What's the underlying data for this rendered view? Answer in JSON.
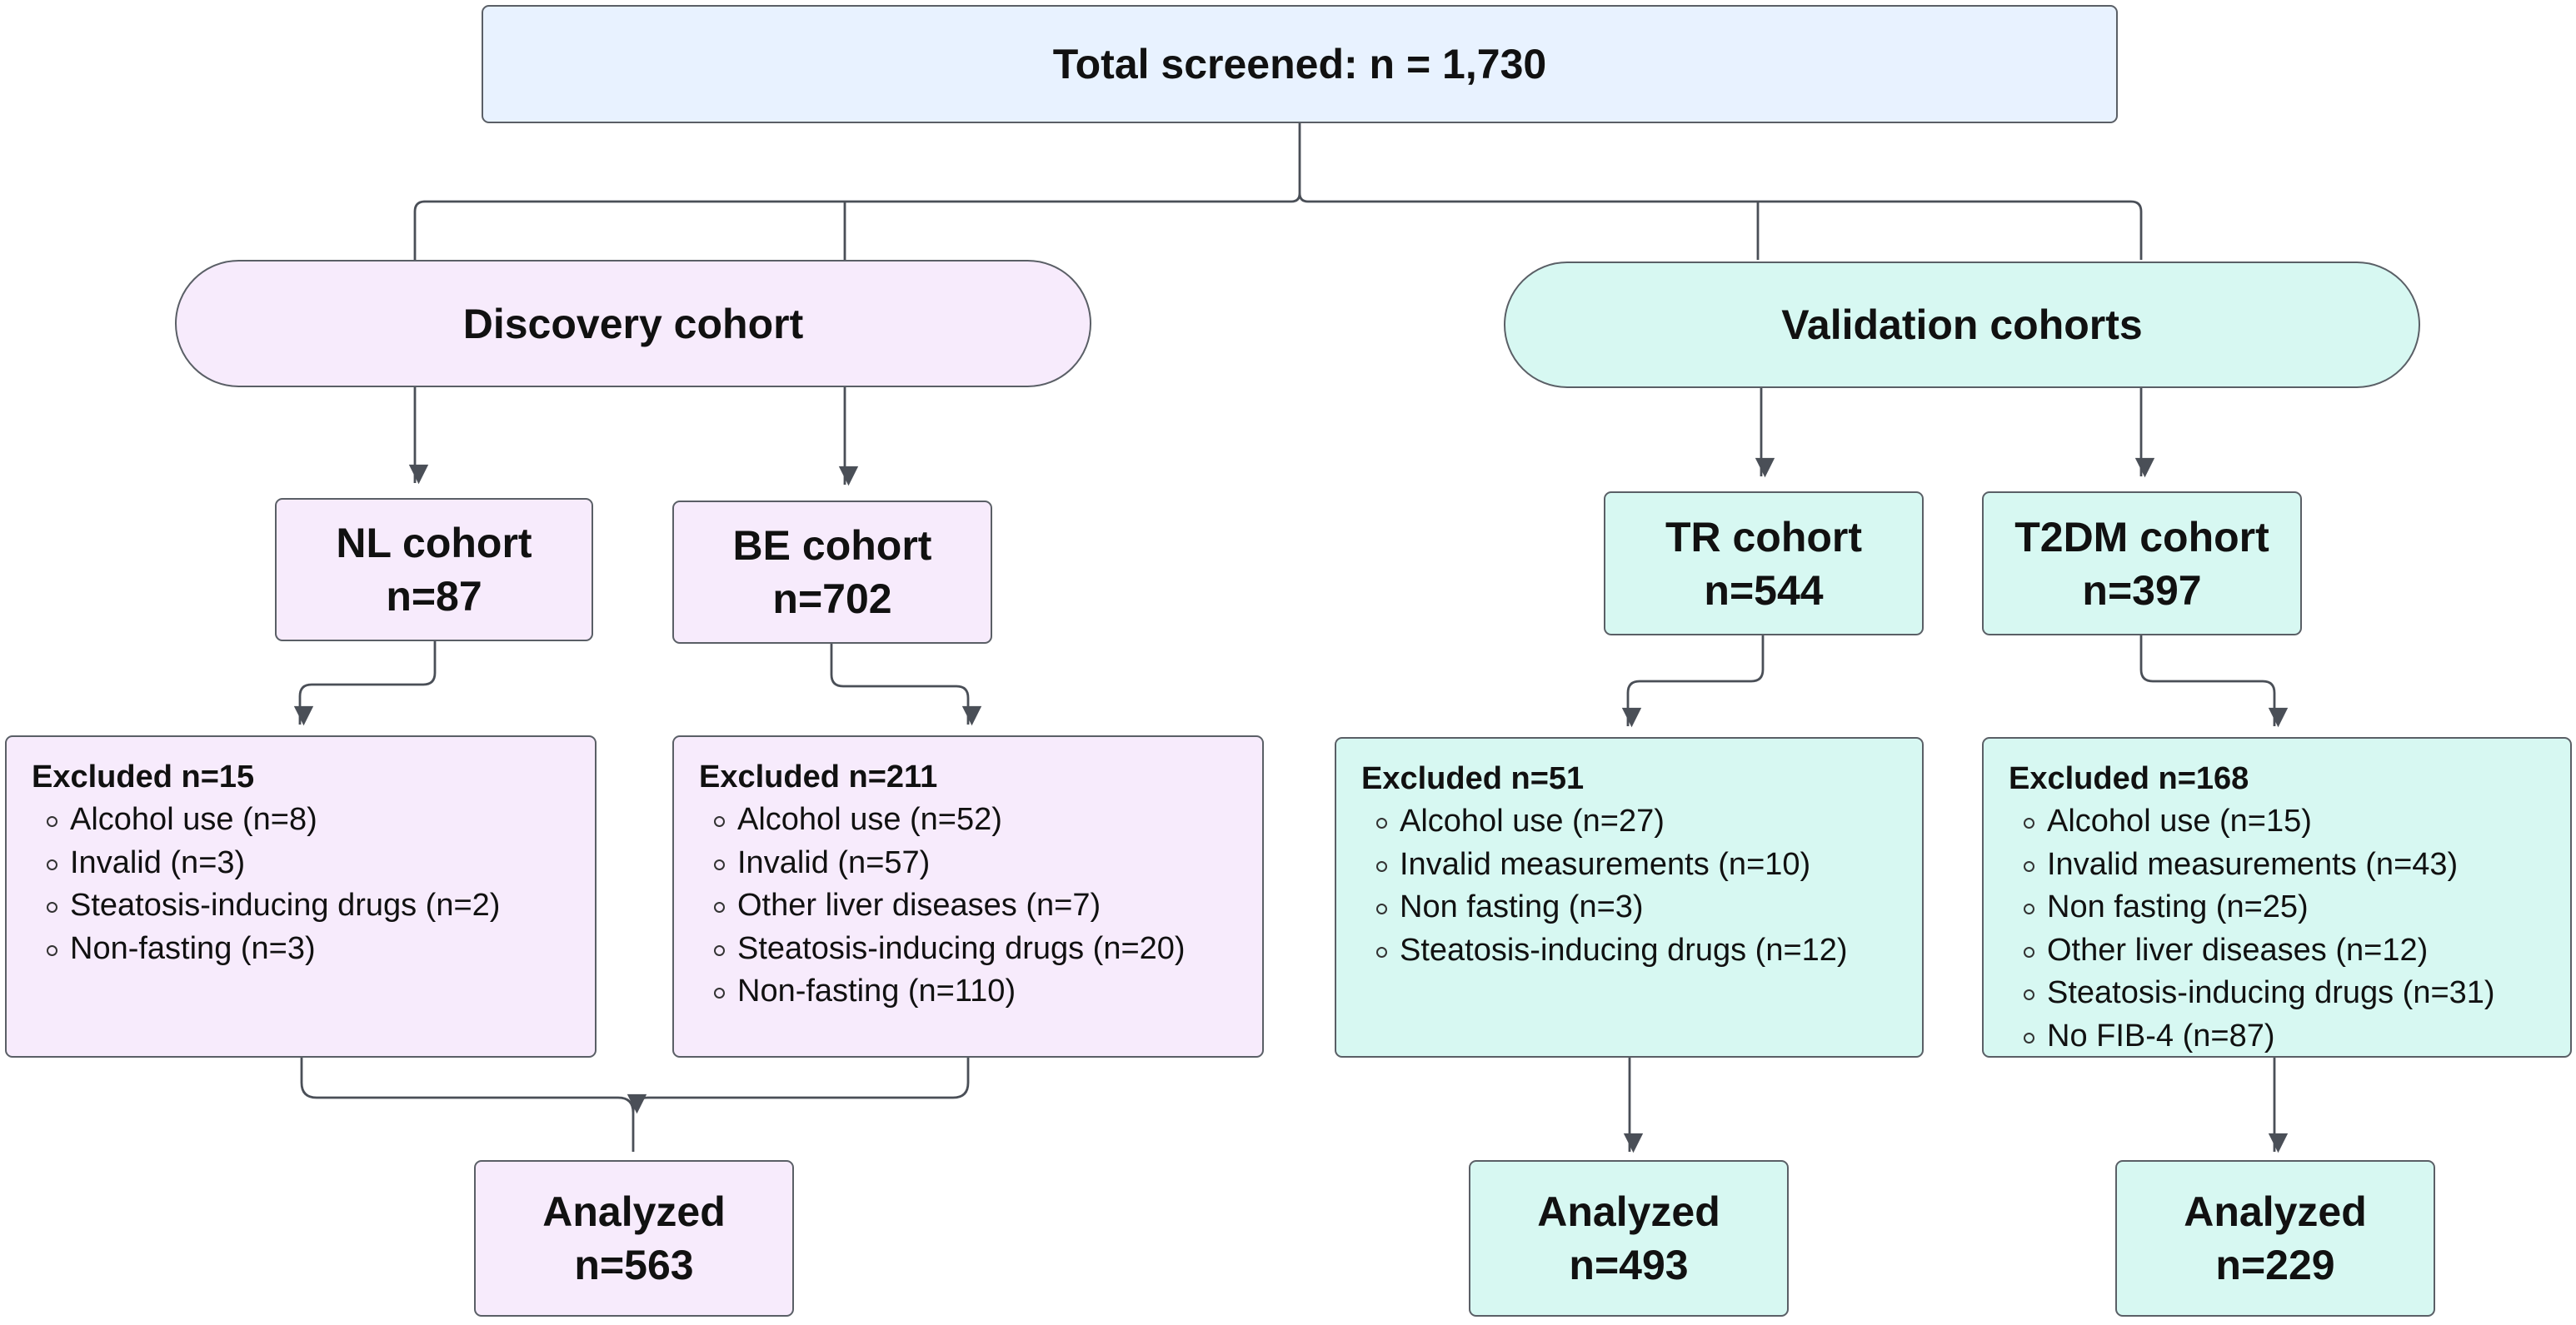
{
  "total": "Total screened: n = 1,730",
  "groups": {
    "discovery": "Discovery cohort",
    "validation": "Validation cohorts"
  },
  "cohorts": [
    {
      "name": "NL cohort",
      "n": "n=87"
    },
    {
      "name": "BE cohort",
      "n": "n=702"
    },
    {
      "name": "TR cohort",
      "n": "n=544"
    },
    {
      "name": "T2DM cohort",
      "n": "n=397"
    }
  ],
  "exclusions": [
    {
      "title": "Excluded n=15",
      "items": [
        "Alcohol use (n=8)",
        "Invalid (n=3)",
        "Steatosis-inducing drugs (n=2)",
        "Non-fasting (n=3)"
      ]
    },
    {
      "title": "Excluded n=211",
      "items": [
        "Alcohol use (n=52)",
        "Invalid (n=57)",
        "Other liver diseases (n=7)",
        "Steatosis-inducing drugs (n=20)",
        "Non-fasting (n=110)"
      ]
    },
    {
      "title": "Excluded n=51",
      "items": [
        "Alcohol use (n=27)",
        "Invalid measurements (n=10)",
        "Non fasting (n=3)",
        "Steatosis-inducing drugs (n=12)"
      ]
    },
    {
      "title": "Excluded n=168",
      "items": [
        "Alcohol use (n=15)",
        "Invalid measurements (n=43)",
        "Non fasting (n=25)",
        "Other liver diseases (n=12)",
        "Steatosis-inducing drugs (n=31)",
        "No FIB-4 (n=87)"
      ]
    }
  ],
  "analyzed": [
    {
      "label": "Analyzed",
      "n": "n=563"
    },
    {
      "label": "Analyzed",
      "n": "n=493"
    },
    {
      "label": "Analyzed",
      "n": "n=229"
    }
  ],
  "colors": {
    "discovery_fill": "#f7ebfc",
    "validation_fill": "#d7f8f2",
    "total_fill": "#e8f2ff",
    "border": "#5a5f66",
    "connector": "#4a4f57"
  }
}
